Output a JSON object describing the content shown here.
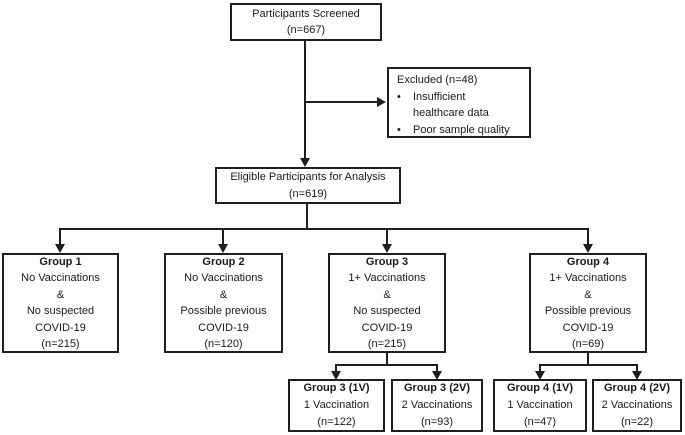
{
  "nodes": {
    "screened": {
      "line1": "Participants Screened",
      "line2": "(n=667)"
    },
    "excluded": {
      "title": "Excluded (n=48)",
      "bullet": "•",
      "bullets": [
        "Insufficient healthcare data",
        "Poor sample quality"
      ]
    },
    "eligible": {
      "line1": "Eligible Participants for Analysis",
      "line2": "(n=619)"
    },
    "groups": [
      {
        "title": "Group 1",
        "lines": [
          "No Vaccinations",
          "&",
          "No suspected",
          "COVID-19",
          "(n=215)"
        ]
      },
      {
        "title": "Group 2",
        "lines": [
          "No Vaccinations",
          "&",
          "Possible previous",
          "COVID-19",
          "(n=120)"
        ]
      },
      {
        "title": "Group 3",
        "lines": [
          "1+ Vaccinations",
          "&",
          "No suspected",
          "COVID-19",
          "(n=215)"
        ]
      },
      {
        "title": "Group 4",
        "lines": [
          "1+ Vaccinations",
          "&",
          "Possible previous",
          "COVID-19",
          "(n=69)"
        ]
      }
    ],
    "subgroups": [
      {
        "title": "Group 3 (1V)",
        "line1": "1 Vaccination",
        "line2": "(n=122)"
      },
      {
        "title": "Group 3 (2V)",
        "line1": "2 Vaccinations",
        "line2": "(n=93)"
      },
      {
        "title": "Group 4 (1V)",
        "line1": "1 Vaccination",
        "line2": "(n=47)"
      },
      {
        "title": "Group 4 (2V)",
        "line1": "2 Vaccinations",
        "line2": "(n=22)"
      }
    ]
  },
  "colors": {
    "line": "#1f1f1f",
    "text": "#1a1a1a",
    "background": "#ffffff"
  }
}
